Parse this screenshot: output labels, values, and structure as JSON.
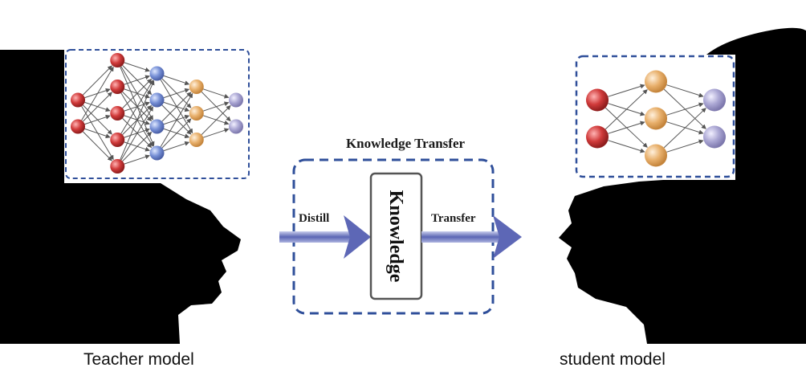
{
  "diagram": {
    "title": "Knowledge Transfer",
    "center_label": "Knowledge",
    "distill_label": "Distill",
    "transfer_label": "Transfer",
    "teacher_caption": "Teacher model",
    "student_caption": "student model"
  },
  "networks": {
    "teacher": {
      "layers": [
        2,
        5,
        4,
        3,
        2
      ],
      "colors": [
        "#c23b3b",
        "#c23b3b",
        "#6f8ad0",
        "#e3aa66",
        "#a7a3cf"
      ]
    },
    "student": {
      "layers": [
        2,
        3,
        2
      ],
      "colors": [
        "#c23b3b",
        "#e3aa66",
        "#a7a3cf"
      ]
    }
  },
  "colors": {
    "silhouette": "#000000",
    "dashed_border": "#2f4f9a",
    "arrow": "#5d67b6",
    "edge": "#555555"
  }
}
